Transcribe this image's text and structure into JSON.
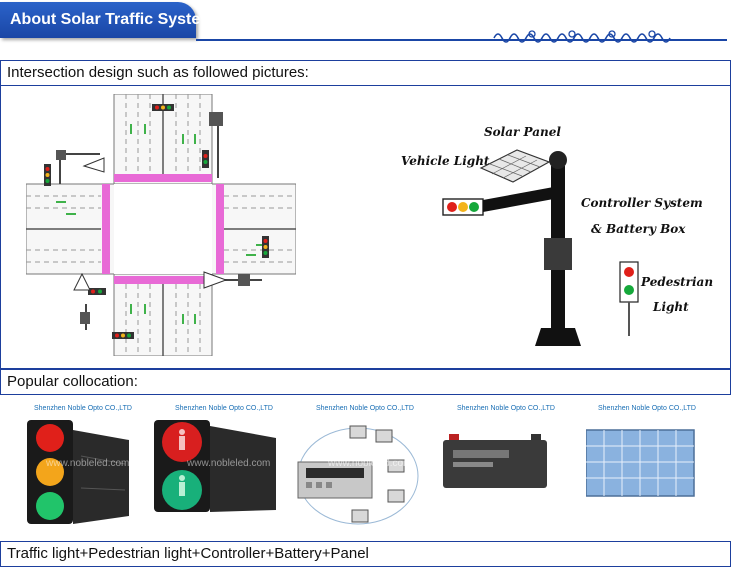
{
  "header": {
    "title": "About Solar Traffic System"
  },
  "sections": {
    "intersection": {
      "label": "Intersection design such as followed pictures:"
    },
    "collocation": {
      "label": "Popular collocation:"
    },
    "summary": {
      "label": "Traffic light+Pedestrian light+Controller+Battery+Panel"
    }
  },
  "pole_diagram": {
    "solar_panel": "Solar Panel",
    "vehicle_light": "Vehicle Light",
    "controller_line1": "Controller System",
    "controller_line2": "& Battery Box",
    "pedestrian_line1": "Pedestrian",
    "pedestrian_line2": "Light"
  },
  "products": [
    {
      "brand": "Shenzhen Noble Opto CO.,LTD",
      "icon": "vehicle-traffic-light"
    },
    {
      "brand": "Shenzhen Noble Opto CO.,LTD",
      "icon": "pedestrian-traffic-light"
    },
    {
      "brand": "Shenzhen Noble Opto CO.,LTD",
      "icon": "controller-box"
    },
    {
      "brand": "Shenzhen Noble Opto CO.,LTD",
      "icon": "battery"
    },
    {
      "brand": "Shenzhen Noble Opto CO.,LTD",
      "icon": "solar-panel"
    }
  ],
  "watermark": "www.nobleled.com",
  "colors": {
    "accent": "#1a46a6",
    "border": "#1d3f9d",
    "red": "#e0201a",
    "amber": "#f3b31b",
    "green": "#15a83a"
  }
}
